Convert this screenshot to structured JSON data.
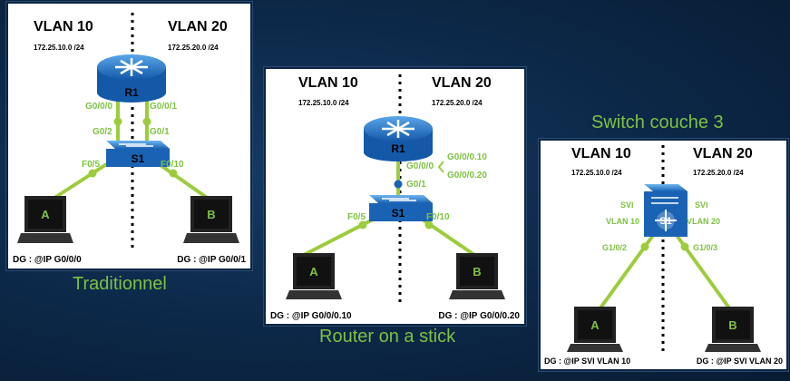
{
  "colors": {
    "background": "#0b2542",
    "panel": "#ffffff",
    "link": "#9ccc3c",
    "label": "#7dc242",
    "device": "#1f6fc2"
  },
  "diagrams": [
    {
      "caption": "Traditionnel",
      "vlan_left": "VLAN 10",
      "vlan_right": "VLAN 20",
      "net_left": "172.25.10.0 /24",
      "net_right": "172.25.20.0 /24",
      "router": "R1",
      "switch": "S1",
      "router_ports": [
        "G0/0/0",
        "G0/0/1"
      ],
      "switch_uplinks": [
        "G0/2",
        "G0/1"
      ],
      "access_ports": [
        "F0/5",
        "F0/10"
      ],
      "host_a": "A",
      "host_b": "B",
      "gw_left": "DG : @IP G0/0/0",
      "gw_right": "DG : @IP G0/0/1"
    },
    {
      "caption": "Router on a stick",
      "vlan_left": "VLAN 10",
      "vlan_right": "VLAN 20",
      "net_left": "172.25.10.0 /24",
      "net_right": "172.25.20.0 /24",
      "router": "R1",
      "switch": "S1",
      "router_port": "G0/0/0",
      "subinterfaces": [
        "G0/0/0.10",
        "G0/0/0.20"
      ],
      "switch_uplink": "G0/1",
      "access_ports": [
        "F0/5",
        "F0/10"
      ],
      "host_a": "A",
      "host_b": "B",
      "gw_left": "DG : @IP G0/0/0.10",
      "gw_right": "DG : @IP G0/0/0.20"
    },
    {
      "caption": "Switch couche 3",
      "vlan_left": "VLAN 10",
      "vlan_right": "VLAN 20",
      "net_left": "172.25.10.0 /24",
      "net_right": "172.25.20.0 /24",
      "switch": "S1",
      "svi_left": [
        "SVI",
        "VLAN 10"
      ],
      "svi_right": [
        "SVI",
        "VLAN 20"
      ],
      "access_ports": [
        "G1/0/2",
        "G1/0/3"
      ],
      "host_a": "A",
      "host_b": "B",
      "gw_left": "DG : @IP SVI VLAN 10",
      "gw_right": "DG : @IP SVI VLAN 20"
    }
  ]
}
